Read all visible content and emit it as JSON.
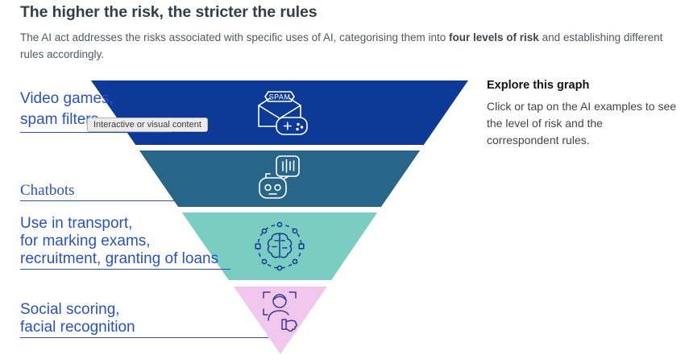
{
  "page": {
    "title": "The higher the risk, the stricter the rules",
    "intro_before": "The AI act addresses the risks associated with specific uses of AI, categorising them into ",
    "intro_bold": "four levels of risk",
    "intro_after": " and establishing different rules accordingly."
  },
  "explore": {
    "heading": "Explore this graph",
    "body": "Click or tap on the AI examples to see the level of risk and the correspondent rules."
  },
  "tooltip": {
    "text": "Interactive or visual content"
  },
  "funnel": {
    "label_color": "#2a51c4",
    "levels": [
      {
        "lines": [
          "Video games,",
          "spam filters"
        ],
        "color": "#0d3a97",
        "icon": "spam-email-game-controller-icon"
      },
      {
        "lines": [
          "Chatbots"
        ],
        "color": "#276689",
        "icon": "chatbot-icon"
      },
      {
        "lines": [
          "Use in transport,",
          "for marking exams,",
          "recruitment, granting of loans"
        ],
        "color": "#79cec1",
        "icon": "brain-network-icon"
      },
      {
        "lines": [
          "Social scoring,",
          "facial recognition"
        ],
        "color": "#f1c7ee",
        "icon": "face-recognition-thumbs-down-icon"
      }
    ]
  }
}
